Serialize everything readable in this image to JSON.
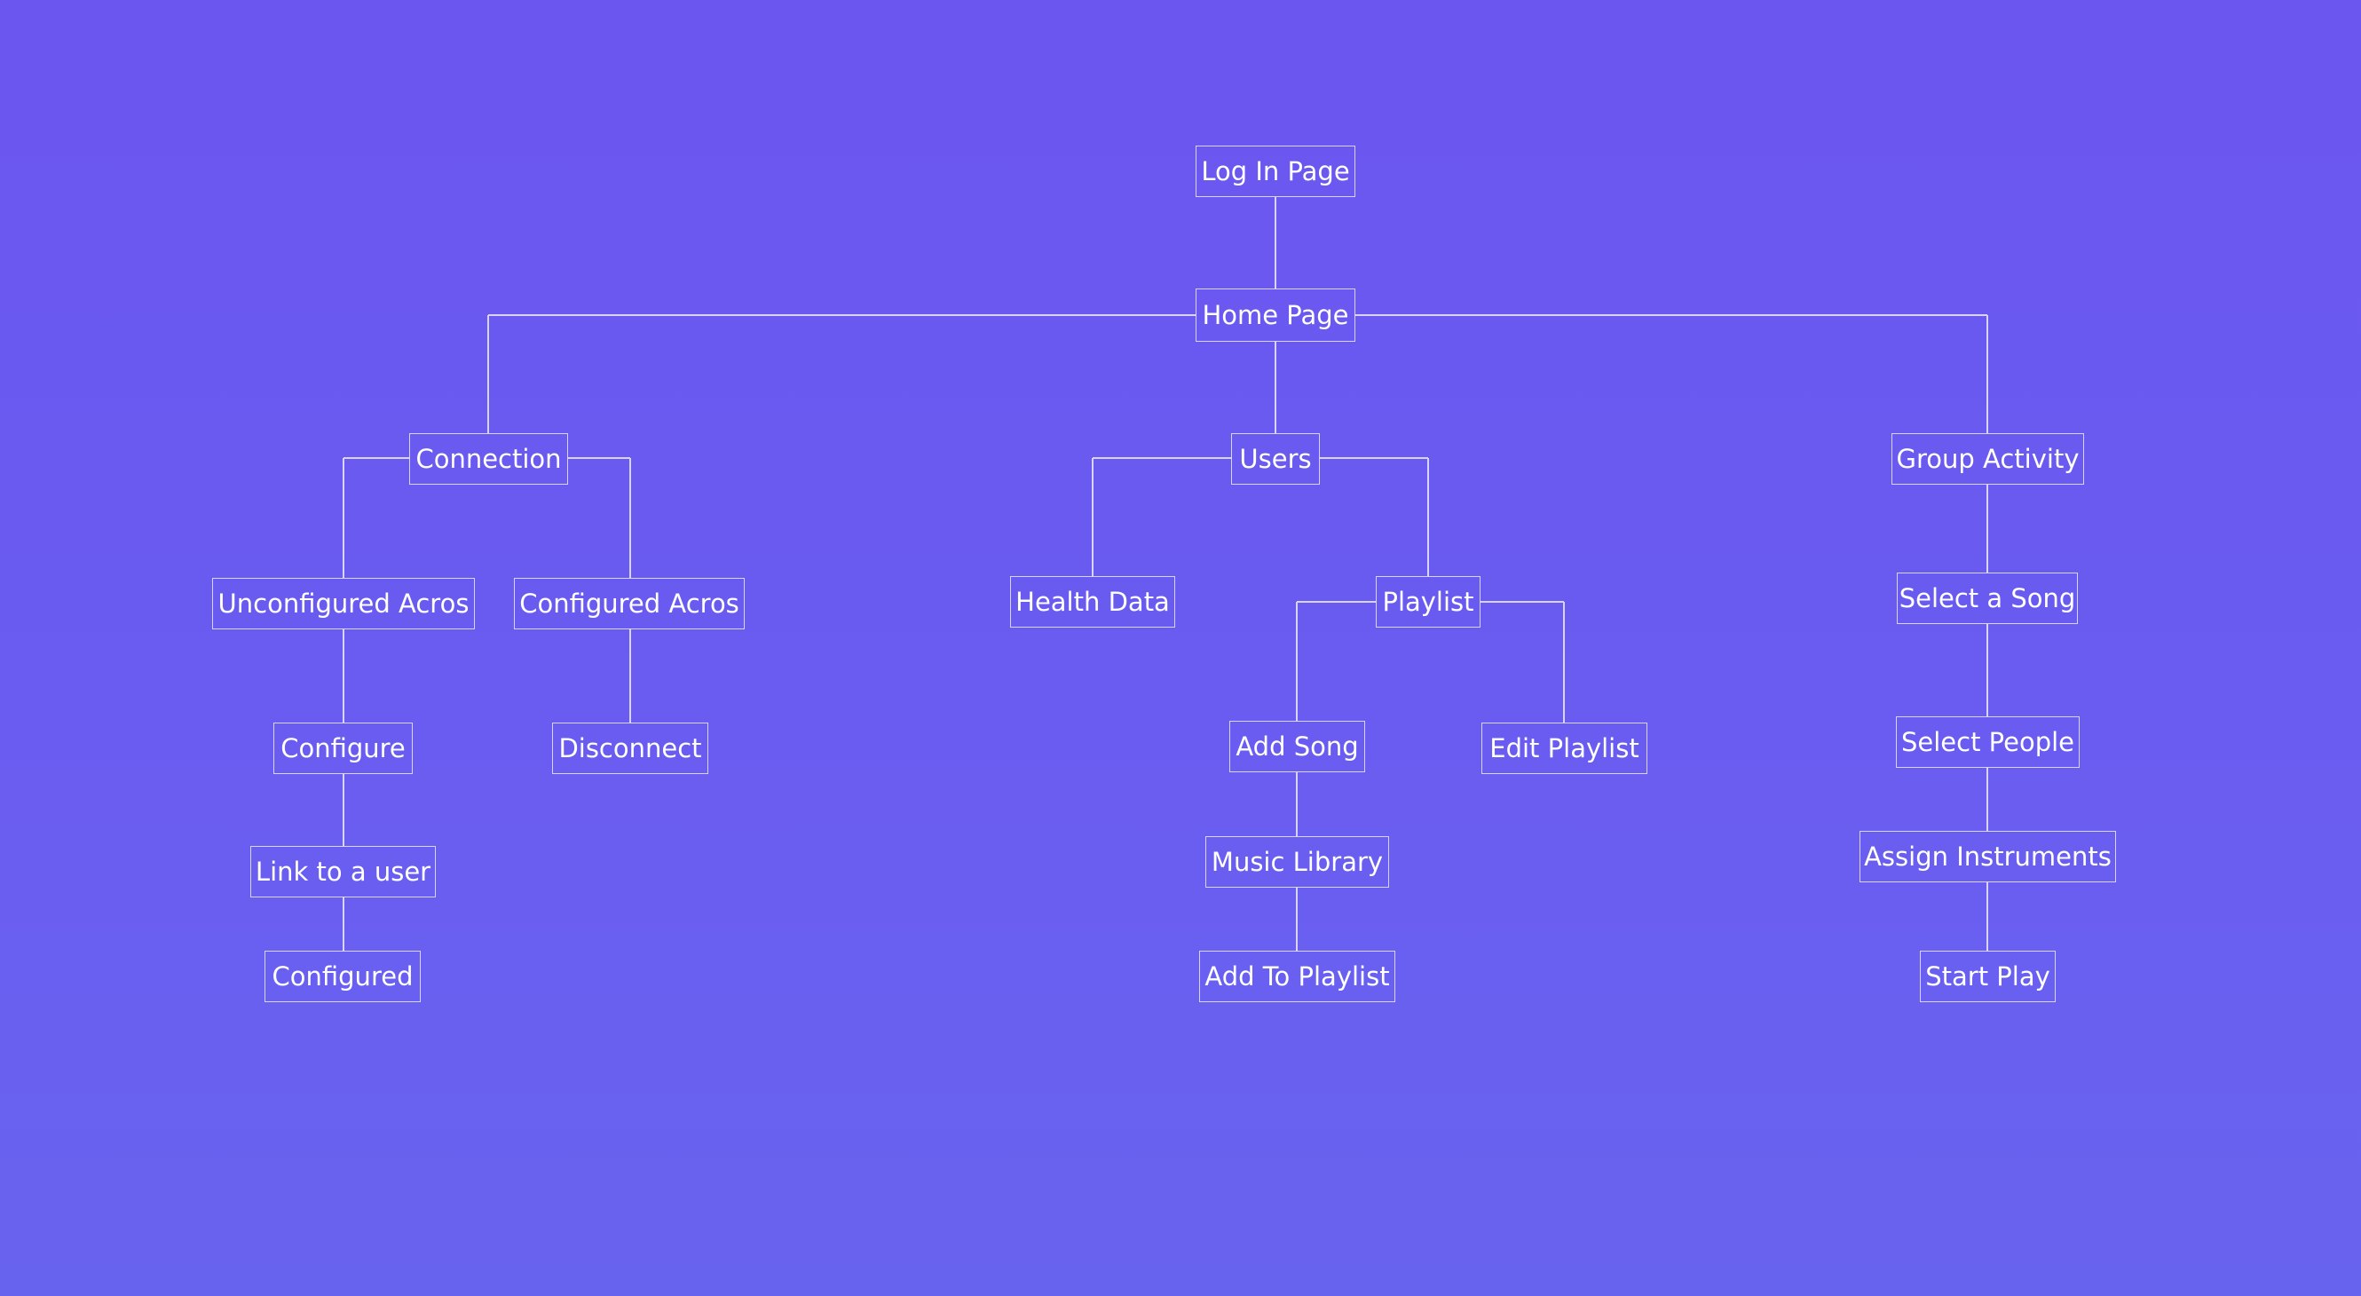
{
  "diagram": {
    "colors": {
      "background_top": "#6b56f0",
      "background_bottom": "#6863ef",
      "line": "#d9d3ff",
      "text": "#ffffff"
    },
    "nodes": [
      {
        "id": "login",
        "label": "Log In Page"
      },
      {
        "id": "home",
        "label": "Home Page"
      },
      {
        "id": "connection",
        "label": "Connection"
      },
      {
        "id": "users",
        "label": "Users"
      },
      {
        "id": "group",
        "label": "Group Activity"
      },
      {
        "id": "unconfigured",
        "label": "Unconfigured Acros"
      },
      {
        "id": "configured_acros",
        "label": "Configured Acros"
      },
      {
        "id": "health",
        "label": "Health Data"
      },
      {
        "id": "playlist",
        "label": "Playlist"
      },
      {
        "id": "select_song",
        "label": "Select a Song"
      },
      {
        "id": "configure",
        "label": "Configure"
      },
      {
        "id": "disconnect",
        "label": "Disconnect"
      },
      {
        "id": "add_song",
        "label": "Add Song"
      },
      {
        "id": "edit_playlist",
        "label": "Edit Playlist"
      },
      {
        "id": "select_people",
        "label": "Select People"
      },
      {
        "id": "link_user",
        "label": "Link to a user"
      },
      {
        "id": "music_library",
        "label": "Music Library"
      },
      {
        "id": "assign_instruments",
        "label": "Assign Instruments"
      },
      {
        "id": "configured",
        "label": "Configured"
      },
      {
        "id": "add_to_playlist",
        "label": "Add To Playlist"
      },
      {
        "id": "start_play",
        "label": "Start Play"
      }
    ],
    "edges": [
      [
        "login",
        "home"
      ],
      [
        "home",
        "connection"
      ],
      [
        "home",
        "users"
      ],
      [
        "home",
        "group"
      ],
      [
        "connection",
        "unconfigured"
      ],
      [
        "connection",
        "configured_acros"
      ],
      [
        "unconfigured",
        "configure"
      ],
      [
        "configure",
        "link_user"
      ],
      [
        "link_user",
        "configured"
      ],
      [
        "configured_acros",
        "disconnect"
      ],
      [
        "users",
        "health"
      ],
      [
        "users",
        "playlist"
      ],
      [
        "playlist",
        "add_song"
      ],
      [
        "playlist",
        "edit_playlist"
      ],
      [
        "add_song",
        "music_library"
      ],
      [
        "music_library",
        "add_to_playlist"
      ],
      [
        "group",
        "select_song"
      ],
      [
        "select_song",
        "select_people"
      ],
      [
        "select_people",
        "assign_instruments"
      ],
      [
        "assign_instruments",
        "start_play"
      ]
    ]
  }
}
